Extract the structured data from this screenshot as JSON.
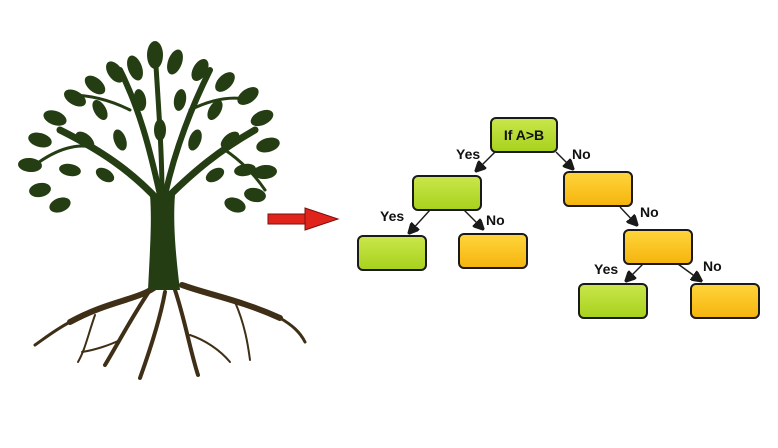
{
  "decision_tree": {
    "root": {
      "label": "If A>B",
      "color": "#b5dc2b"
    },
    "edge_labels": {
      "root_yes": "Yes",
      "root_no": "No",
      "left_yes": "Yes",
      "left_no": "No",
      "right_no": "No",
      "right_mid_yes": "Yes",
      "right_mid_no": "No"
    }
  },
  "colors": {
    "tree_green": "#243d12",
    "tree_roots": "#3f2f17",
    "leaf_node_green": "#b5dc2b",
    "leaf_node_orange": "#f8c022",
    "arrow_red": "#e0241b"
  },
  "icons": [
    "tree-icon",
    "right-arrow-icon"
  ]
}
